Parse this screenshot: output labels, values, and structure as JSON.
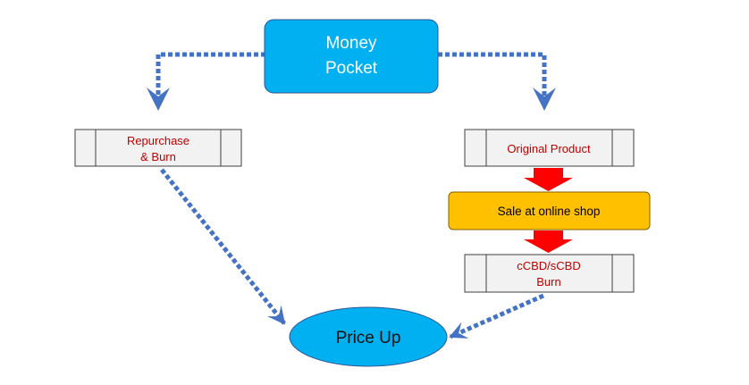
{
  "nodes": {
    "money_pocket": {
      "line1": "Money",
      "line2": "Pocket"
    },
    "repurchase_burn": {
      "line1": "Repurchase",
      "line2": "& Burn"
    },
    "original_product": {
      "label": "Original Product"
    },
    "sale_online_shop": {
      "label": "Sale at online shop"
    },
    "ccbd_scbd_burn": {
      "line1": "cCBD/sCBD",
      "line2": "Burn"
    },
    "price_up": {
      "label": "Price Up"
    }
  },
  "colors": {
    "money_pocket_fill": "#00b0f0",
    "price_up_fill": "#00b0f0",
    "shop_fill": "#ffc000",
    "process_fill": "#f2f2f2",
    "process_text": "#c00000",
    "dotted_arrow": "#4472c4",
    "block_arrow": "#ff0000"
  }
}
